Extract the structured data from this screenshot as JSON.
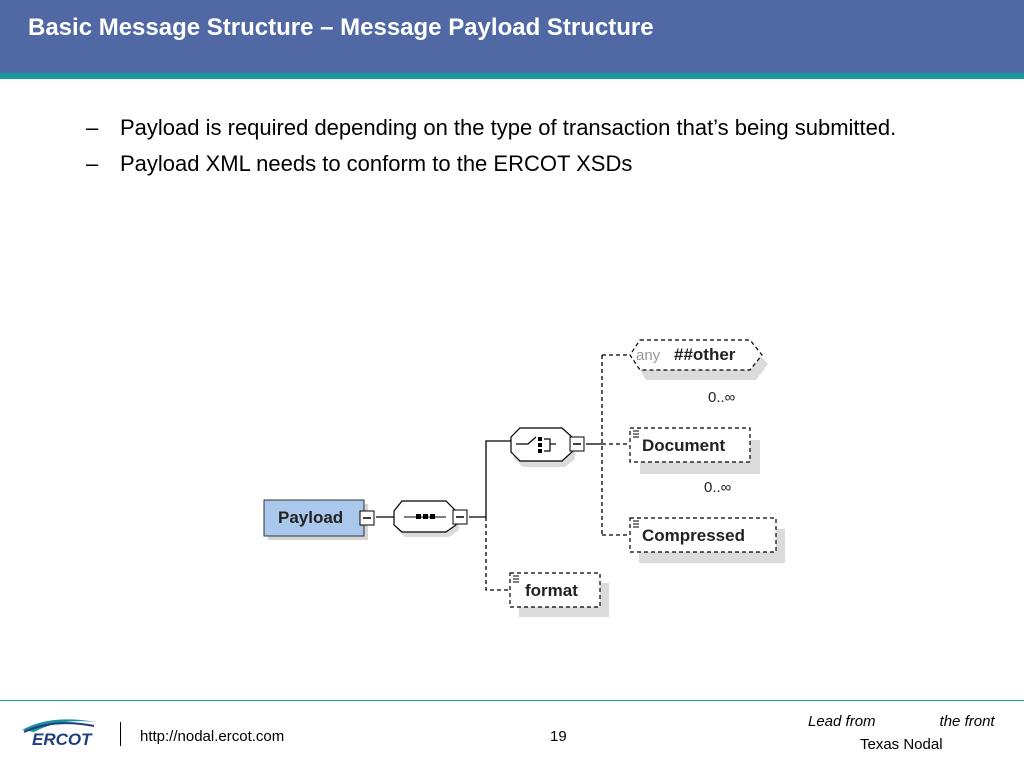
{
  "slide": {
    "title": "Basic Message Structure – Message Payload Structure",
    "bullets": [
      "Payload is required depending on the type of transaction that’s being submitted.",
      "Payload XML needs to conform to the ERCOT XSDs"
    ],
    "bullet_marker": "–"
  },
  "diagram": {
    "root": "Payload",
    "any_prefix": "any",
    "any_namespace": "##other",
    "any_cardinality": "0..∞",
    "document": "Document",
    "document_cardinality": "0..∞",
    "compressed": "Compressed",
    "attribute": "format"
  },
  "footer": {
    "logo_text": "ERCOT",
    "url": "http://nodal.ercot.com",
    "page_number": "19",
    "tagline_part1": "Lead from",
    "tagline_part2": "the front",
    "tagline_line2": "Texas Nodal"
  },
  "colors": {
    "title_bar": "#5069a4",
    "accent_stripe": "#1a9a9e",
    "payload_box": "#aac8ec"
  }
}
